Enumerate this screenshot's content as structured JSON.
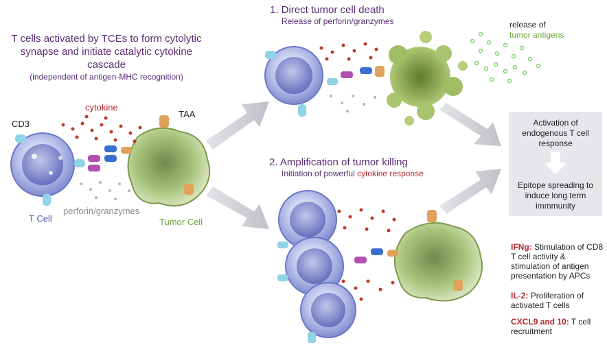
{
  "left": {
    "heading": "T cells activated by TCEs to form cytolytic synapse and initiate catalytic cytokine cascade",
    "subheading": "(independent of antigen-MHC recognition)",
    "labels": {
      "cd3": "CD3",
      "cytokine": "cytokine",
      "taa": "TAA",
      "perforin": "perforin/granzymes",
      "t_cell": "T Cell",
      "tumor_cell": "Tumor Cell"
    }
  },
  "step1": {
    "title": "1. Direct tumor cell death",
    "subtitle": "Release of perforin/granzymes",
    "release_label": "release of",
    "antigens_label": "tumor antigens"
  },
  "step2": {
    "title": "2. Amplification of tumor killing",
    "subtitle_prefix": "Initiation of powerful ",
    "subtitle_highlight": "cytokine response"
  },
  "outcome_box": {
    "top": "Activation of endogenous T cell response",
    "bottom": "Epitope spreading to induce long term immmunity"
  },
  "notes": [
    {
      "term": "IFNg:",
      "text": "Stimulation of CD8 T cell activity & stimulation of antigen presentation by APCs"
    },
    {
      "term": "IL-2:",
      "text": "Proliferation of activated T cells"
    },
    {
      "term": "CXCL9 and 10:",
      "text": "T cell recruitment"
    }
  ],
  "colors": {
    "heading": "#5a2a73",
    "cytokine": "#b0272d",
    "tumor": "#6aa83a",
    "tcell": "#4b55b0",
    "arrow": "#c9cbd0",
    "box": "#e6e7ea"
  }
}
